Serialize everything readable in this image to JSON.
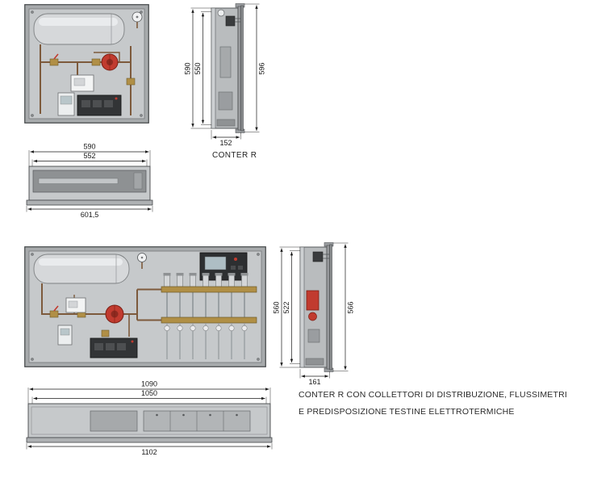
{
  "unit1": {
    "name": "CONTER R",
    "side": {
      "height_panel": "590",
      "height_inner": "550",
      "height_total": "596",
      "depth": "152"
    },
    "plan": {
      "width_panel": "590",
      "width_inner": "552",
      "width_total": "601,5"
    }
  },
  "unit2": {
    "caption_line1": "CONTER R CON COLLETTORI DI DISTRIBUZIONE, FLUSSIMETRI",
    "caption_line2": "E PREDISPOSIZIONE TESTINE ELETTROTERMICHE",
    "side": {
      "height_panel": "560",
      "height_inner": "522",
      "height_total": "566",
      "depth": "161"
    },
    "plan": {
      "width_panel": "1090",
      "width_inner": "1050",
      "width_total": "1102"
    }
  },
  "colors": {
    "pump_red": "#c13b2f",
    "brass": "#b08f46",
    "cabinet_gray": "#c6c9cb",
    "dark_box": "#323436"
  }
}
